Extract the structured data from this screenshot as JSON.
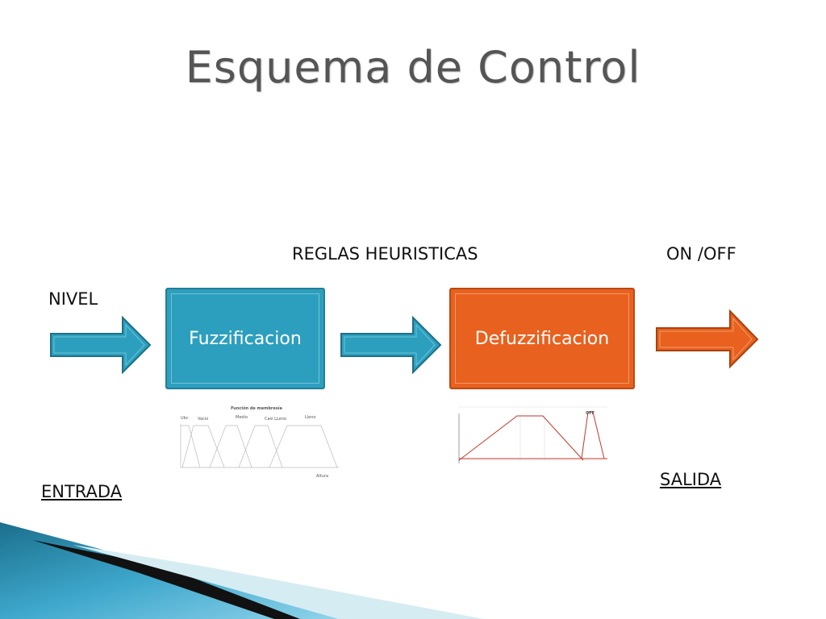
{
  "slide": {
    "title": "Esquema de Control",
    "colors": {
      "accent_blue": "#2d9fbe",
      "accent_orange": "#e8611f"
    }
  },
  "labels": {
    "reglas": "REGLAS HEURISTICAS",
    "onoff": "ON /OFF",
    "nivel": "NIVEL",
    "entrada": "ENTRADA",
    "salida": "SALIDA"
  },
  "boxes": {
    "fuzzificacion": "Fuzzificacion",
    "defuzzificacion": "Defuzzificacion"
  },
  "membership_chart": {
    "title": "Función de membresía",
    "sets": [
      "Ubc",
      "Vacio",
      "Medio",
      "Casi LLeno",
      "Lleno"
    ],
    "xlabel": "Altura"
  },
  "output_chart": {
    "marker": "OFF"
  }
}
